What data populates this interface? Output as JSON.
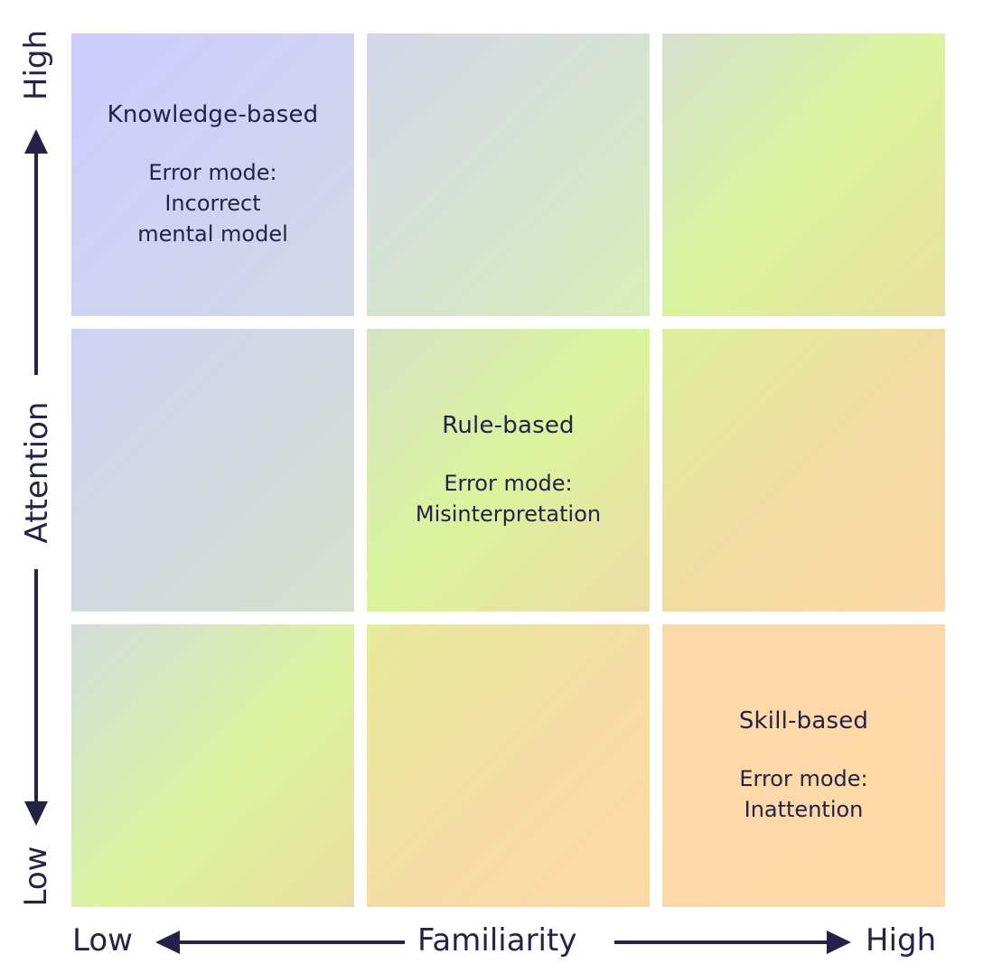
{
  "cells": {
    "knowledge": {
      "title": "Knowledge-based",
      "mode": "Error mode:\nIncorrect\nmental model"
    },
    "rule": {
      "title": "Rule-based",
      "mode": "Error mode:\nMisinterpretation"
    },
    "skill": {
      "title": "Skill-based",
      "mode": "Error mode:\nInattention"
    }
  },
  "x_axis": {
    "label": "Familiarity",
    "low": "Low",
    "high": "High"
  },
  "y_axis": {
    "label": "Attention",
    "low": "Low",
    "high": "High"
  },
  "colors": {
    "text": "#232349",
    "low_low": "#ccccff",
    "mid": "#dbf49c",
    "high_high": "#fed9a8"
  }
}
